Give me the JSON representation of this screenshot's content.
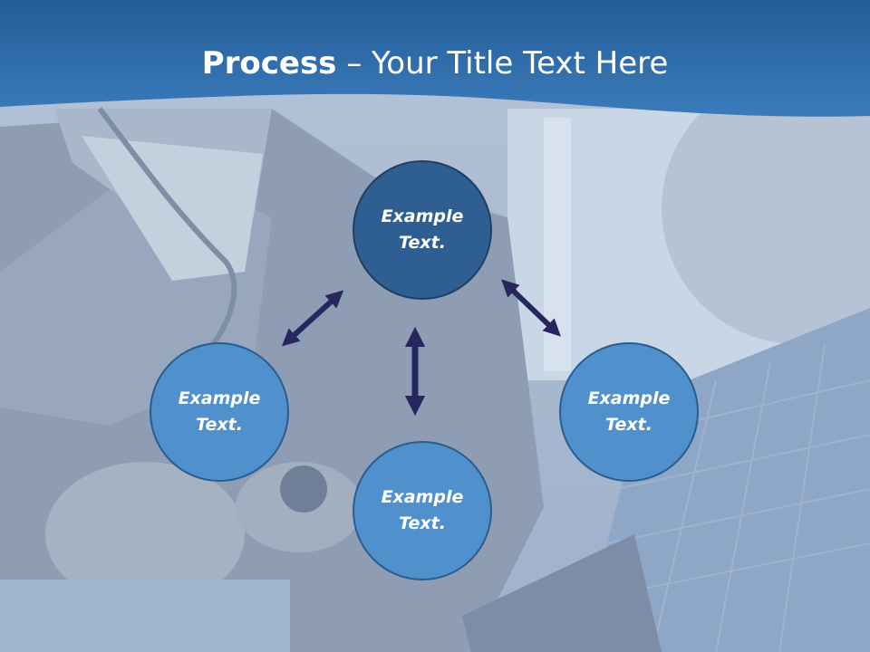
{
  "slide": {
    "title_bold": "Process",
    "title_rest": " – Your Title Text Here"
  },
  "diagram": {
    "nodes": [
      {
        "id": "top",
        "label": "Example Text."
      },
      {
        "id": "left",
        "label": "Example Text."
      },
      {
        "id": "right",
        "label": "Example Text."
      },
      {
        "id": "bottom",
        "label": "Example Text."
      }
    ],
    "arrow_color": "#27275e"
  },
  "colors": {
    "header": "#2e6aa6",
    "node_dark": "#2f5f92",
    "node_light": "#5090cc",
    "text": "#ffffff"
  }
}
